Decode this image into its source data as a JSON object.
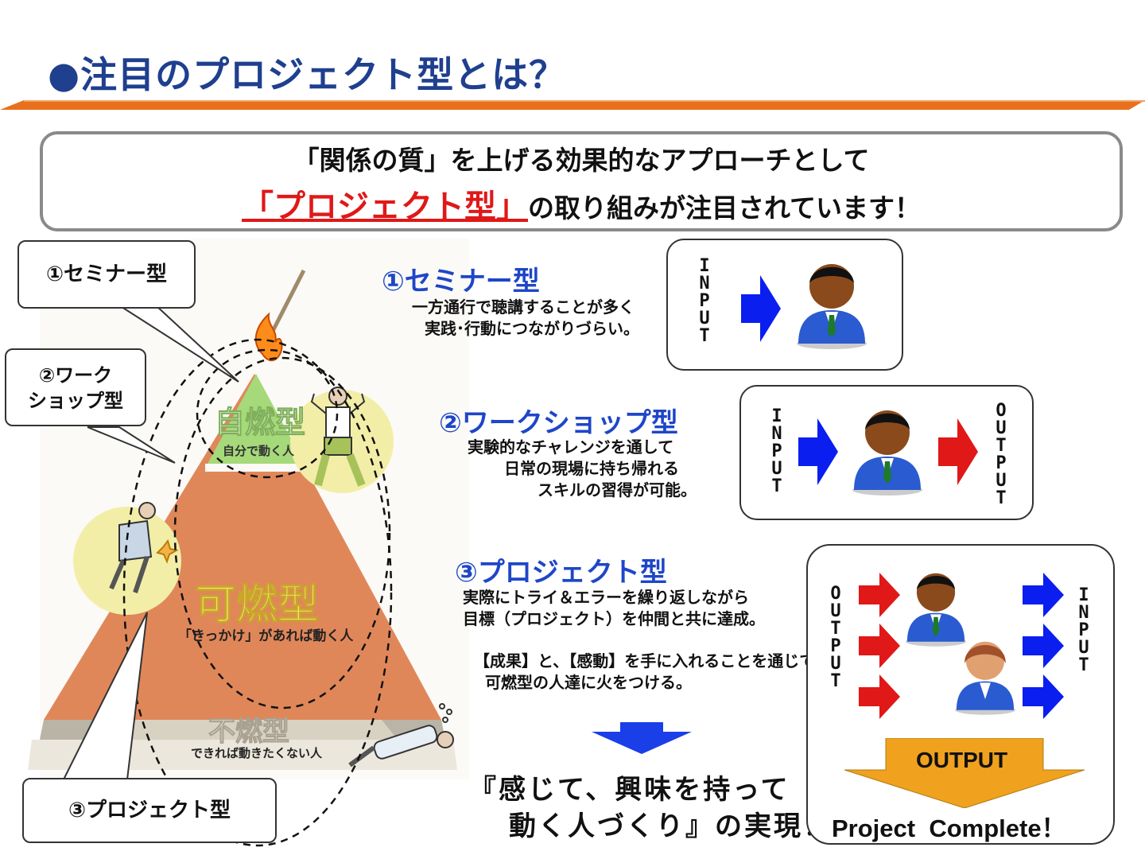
{
  "title": {
    "bullet": "●",
    "text": "注目のプロジェクト型とは？"
  },
  "colors": {
    "accent_blue": "#1f3f8f",
    "orange_rule": "#e8701c",
    "red": "#e01818",
    "arrow_blue": "#0a1ef0",
    "arrow_red": "#e01818",
    "pyramid": "#e0875a"
  },
  "banner": {
    "line1": "「関係の質」を上げる効果的なアプローチとして",
    "highlight": "「プロジェクト型」",
    "line2_rest": "の取り組みが注目されています！"
  },
  "callouts": {
    "seminar": "①セミナー型",
    "workshop_l1": "②ワーク",
    "workshop_l2": "ショップ型",
    "project": "③プロジェクト型"
  },
  "pyramid": {
    "top_title": "自燃型",
    "top_sub": "自分で動く人",
    "mid_title": "可燃型",
    "mid_sub": "「きっかけ」があれば動く人",
    "bottom_title": "不燃型",
    "bottom_sub": "できれば動きたくない人"
  },
  "sections": {
    "seminar": {
      "title": "①セミナー型",
      "l1": "一方通行で聴講することが多く",
      "l2": "実践･行動につながりづらい。"
    },
    "workshop": {
      "title": "②ワークショップ型",
      "l1": "実験的なチャレンジを通して",
      "l2": "日常の現場に持ち帰れる",
      "l3": "スキルの習得が可能。"
    },
    "project": {
      "title": "③プロジェクト型",
      "l1": "実際にトライ＆エラーを繰り返しながら",
      "l2": "目標（プロジェクト）を仲間と共に達成。",
      "l3": "【成果】と、【感動】を手に入れることを通じて",
      "l4": "可燃型の人達に火をつける。"
    }
  },
  "io": {
    "input": "INPUT",
    "output": "OUTPUT"
  },
  "slogan": {
    "l1": "『感じて、興味を持って",
    "l2": "動く人づくり』の実現！"
  },
  "project_card": {
    "output_label": "OUTPUT",
    "complete": "Project  Complete！"
  },
  "icons": [
    "person-icon",
    "blue-arrow-icon",
    "red-arrow-icon",
    "down-arrow-icon",
    "match-flame-icon"
  ]
}
